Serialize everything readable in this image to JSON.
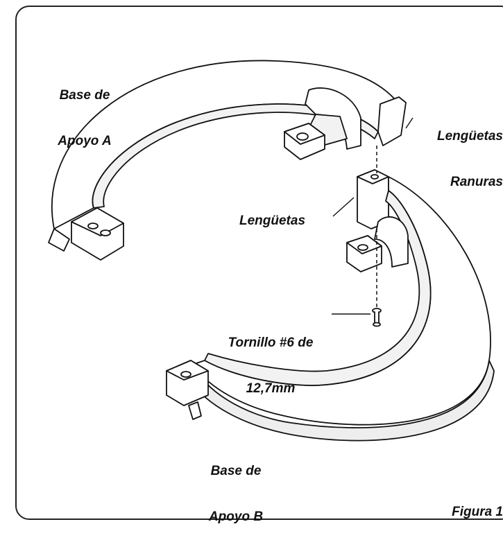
{
  "labels": {
    "base_a_line1": "Base de",
    "base_a_line2": "Apoyo A",
    "lenguetas_top": "Lengüetas",
    "ranuras": "Ranuras",
    "lenguetas_mid": "Lengüetas",
    "tornillo_line1": "Tornillo #6 de",
    "tornillo_line2": "12,7mm",
    "base_b_line1": "Base de",
    "base_b_line2": "Apoyo B",
    "figura": "Figura 1"
  },
  "colors": {
    "stroke": "#111111",
    "fill": "#ffffff",
    "shade": "#e6e6e6"
  }
}
